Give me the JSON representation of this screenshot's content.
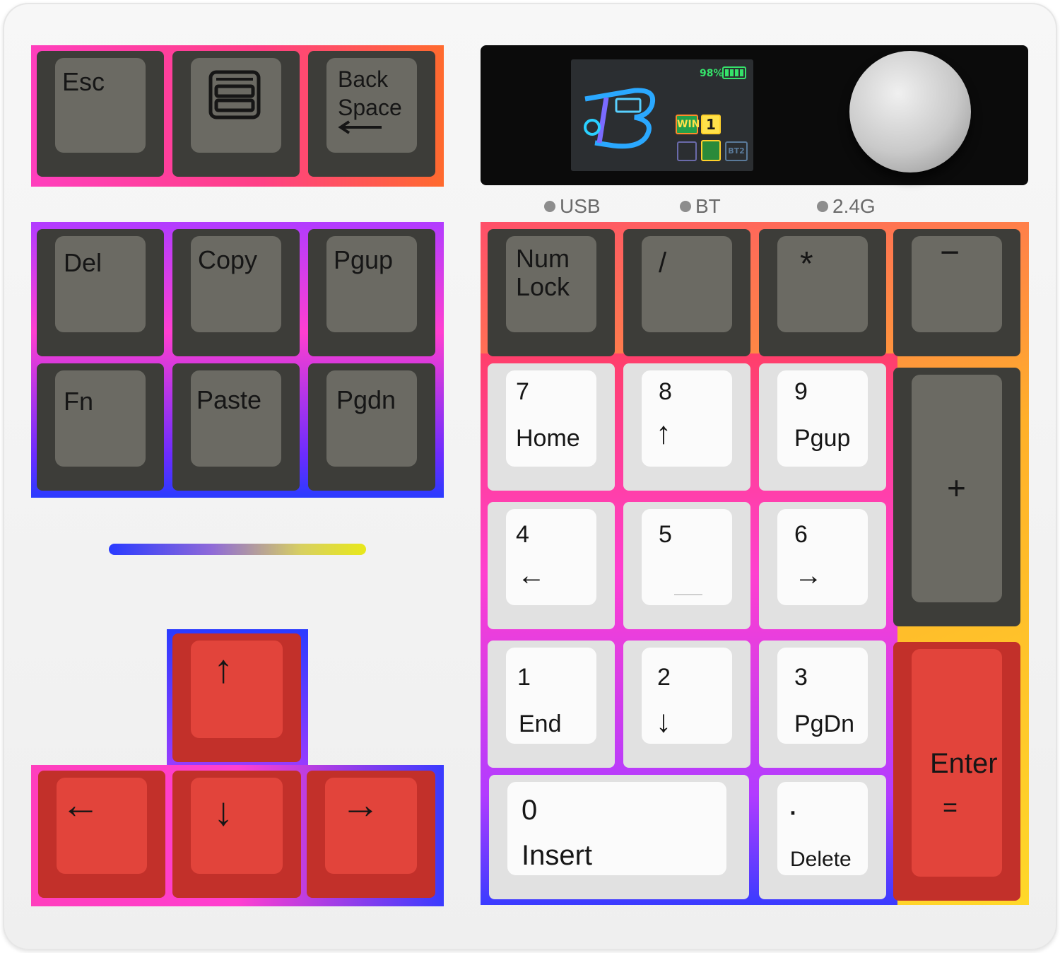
{
  "colors": {
    "dark_key": "#6b6a63",
    "white_key": "#fbfbfb",
    "red_key": "#e2443b",
    "board": "#f2f2f2"
  },
  "screen": {
    "battery": "98%",
    "mode": "WIN",
    "layer": "1",
    "badge": "BT2"
  },
  "indicators": {
    "usb": "USB",
    "bt": "BT",
    "g24": "2.4G"
  },
  "keys": {
    "esc": "Esc",
    "backspace": "Back\nSpace",
    "del": "Del",
    "copy": "Copy",
    "pgup_top": "Pgup",
    "fn": "Fn",
    "paste": "Paste",
    "pgdn_top": "Pgdn",
    "numlock": "Num\nLock",
    "slash": "/",
    "star": "*",
    "minus": "−",
    "k7": "7",
    "k7_sub": "Home",
    "k8": "8",
    "k8_sub": "↑",
    "k9": "9",
    "k9_sub": "Pgup",
    "plus": "+",
    "k4": "4",
    "k4_sub": "←",
    "k5": "5",
    "k6": "6",
    "k6_sub": "→",
    "k1": "1",
    "k1_sub": "End",
    "k2": "2",
    "k2_sub": "↓",
    "k3": "3",
    "k3_sub": "PgDn",
    "enter": "Enter",
    "enter_sub": "=",
    "k0": "0",
    "k0_sub": "Insert",
    "dot": "·",
    "dot_sub": "Delete",
    "arrow_up": "↑",
    "arrow_left": "←",
    "arrow_down": "↓",
    "arrow_right": "→"
  }
}
